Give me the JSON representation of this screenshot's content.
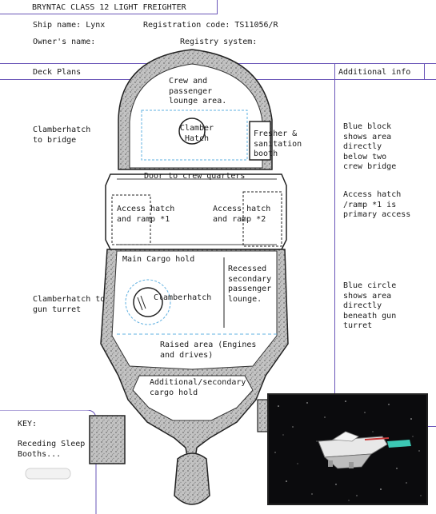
{
  "header": {
    "title": "BRYNTAC CLASS 12 LIGHT FREIGHTER",
    "ship_name": "Ship name: Lynx",
    "registration": "Registration code: TS11056/R",
    "owners_name": "Owner's name:",
    "registry_system": "Registry system:"
  },
  "sections": {
    "deck_plans": "Deck Plans",
    "additional_info": "Additional info"
  },
  "left_labels": {
    "clamberhatch_bridge": "Clamberhatch to bridge",
    "clamberhatch_turret": "Clamberhatch to gun turret"
  },
  "plan_labels": {
    "crew_lounge": "Crew and passenger lounge area.",
    "clamber_hatch": "Clamber Hatch",
    "fresher": "Fresher & sanitation booth",
    "door_crew": "Door to crew quarters",
    "access_hatch_1": "Access hatch and ramp *1",
    "access_hatch_2": "Access hatch and ramp *2",
    "main_cargo": "Main Cargo hold",
    "recessed_lounge": "Recessed secondary passenger lounge.",
    "clamberhatch_center": "Clamberhatch",
    "raised_area": "Raised area (Engines and drives)",
    "secondary_cargo": "Additional/secondary cargo hold"
  },
  "additional_info": {
    "blue_block": "Blue block shows area directly below two crew bridge",
    "access_hatch_note": "Access hatch /ramp *1 is primary access",
    "blue_circle": "Blue circle shows area directly beneath gun turret"
  },
  "key": {
    "title": "KEY:",
    "receding": "Receding Sleep Booths..."
  },
  "colors": {
    "frame_lines": "#6a55b8",
    "blue_marks": "#5fb0e0",
    "hull_fill": "#b9b9b9"
  }
}
